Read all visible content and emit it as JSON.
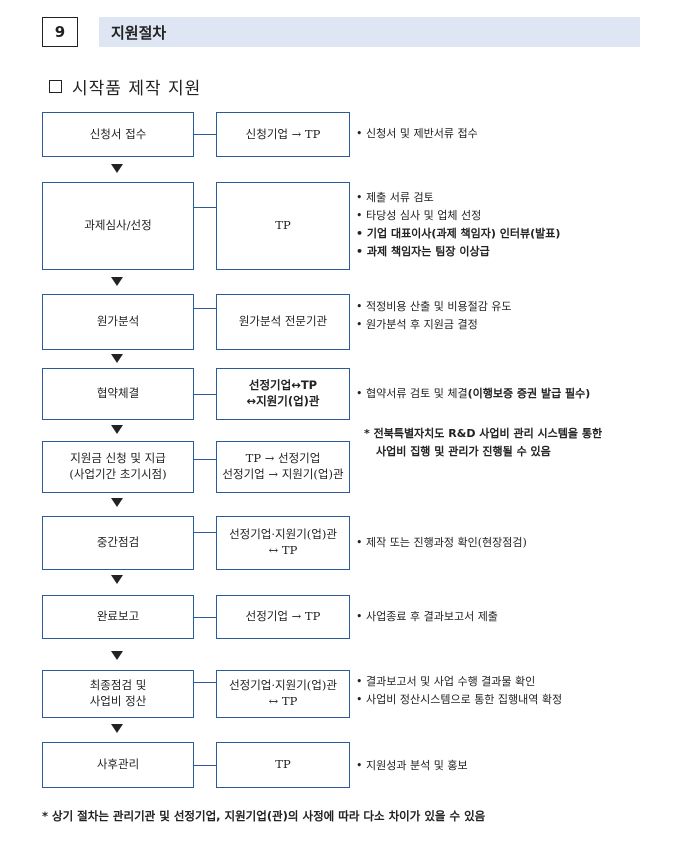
{
  "section": {
    "number": "9",
    "title": "지원절차"
  },
  "subtitle": "시작품 제작 지원",
  "steps": [
    {
      "label": "신청서 접수",
      "actor": "신청기업 → TP",
      "notes": [
        "신청서 및 제반서류 접수"
      ]
    },
    {
      "label": "과제심사/선정",
      "actor": "TP",
      "notes": [
        "제출 서류 검토",
        "타당성 심사 및 업체 선정",
        "기업 대표이사(과제 책임자) 인터뷰(발표)",
        "과제 책임자는 팀장 이상급"
      ]
    },
    {
      "label": "원가분석",
      "actor": "원가분석 전문기관",
      "notes": [
        "적정비용 산출 및 비용절감 유도",
        "원가분석 후 지원금 결정"
      ]
    },
    {
      "label": "협약체결",
      "actor_line1": "선정기업↔TP",
      "actor_line2": "↔지원기(업)관",
      "note_main": "협약서류 검토 및 체결",
      "note_bold": "(이행보증 증권 발급 필수)"
    },
    {
      "label_line1": "지원금 신청 및 지급",
      "label_line2": "(사업기간 초기시점)",
      "actor_line1": "TP → 선정기업",
      "actor_line2": "선정기업 → 지원기(업)관",
      "star_line1": "* 전북특별자치도 R&D 사업비 관리 시스템을 통한",
      "star_line2": "사업비 집행 및 관리가 진행될 수 있음"
    },
    {
      "label": "중간점검",
      "actor_line1": "선정기업·지원기(업)관",
      "actor_line2": "↔ TP",
      "notes": [
        "제작 또는 진행과정 확인(현장점검)"
      ]
    },
    {
      "label": "완료보고",
      "actor": "선정기업 → TP",
      "notes": [
        "사업종료 후 결과보고서 제출"
      ]
    },
    {
      "label_line1": "최종점검 및",
      "label_line2": "사업비 정산",
      "actor_line1": "선정기업·지원기(업)관",
      "actor_line2": "↔ TP",
      "notes": [
        "결과보고서 및 사업 수행 결과물 확인",
        "사업비 정산시스템으로 통한 집행내역 확정"
      ]
    },
    {
      "label": "사후관리",
      "actor": "TP",
      "notes": [
        "지원성과 분석 및 홍보"
      ]
    }
  ],
  "footer": "* 상기 절차는 관리기관 및 선정기업, 지원기업(관)의 사정에 따라 다소 차이가 있을 수 있음",
  "colors": {
    "box_border": "#2b5a9a",
    "header_bar": "#dde6f2"
  }
}
